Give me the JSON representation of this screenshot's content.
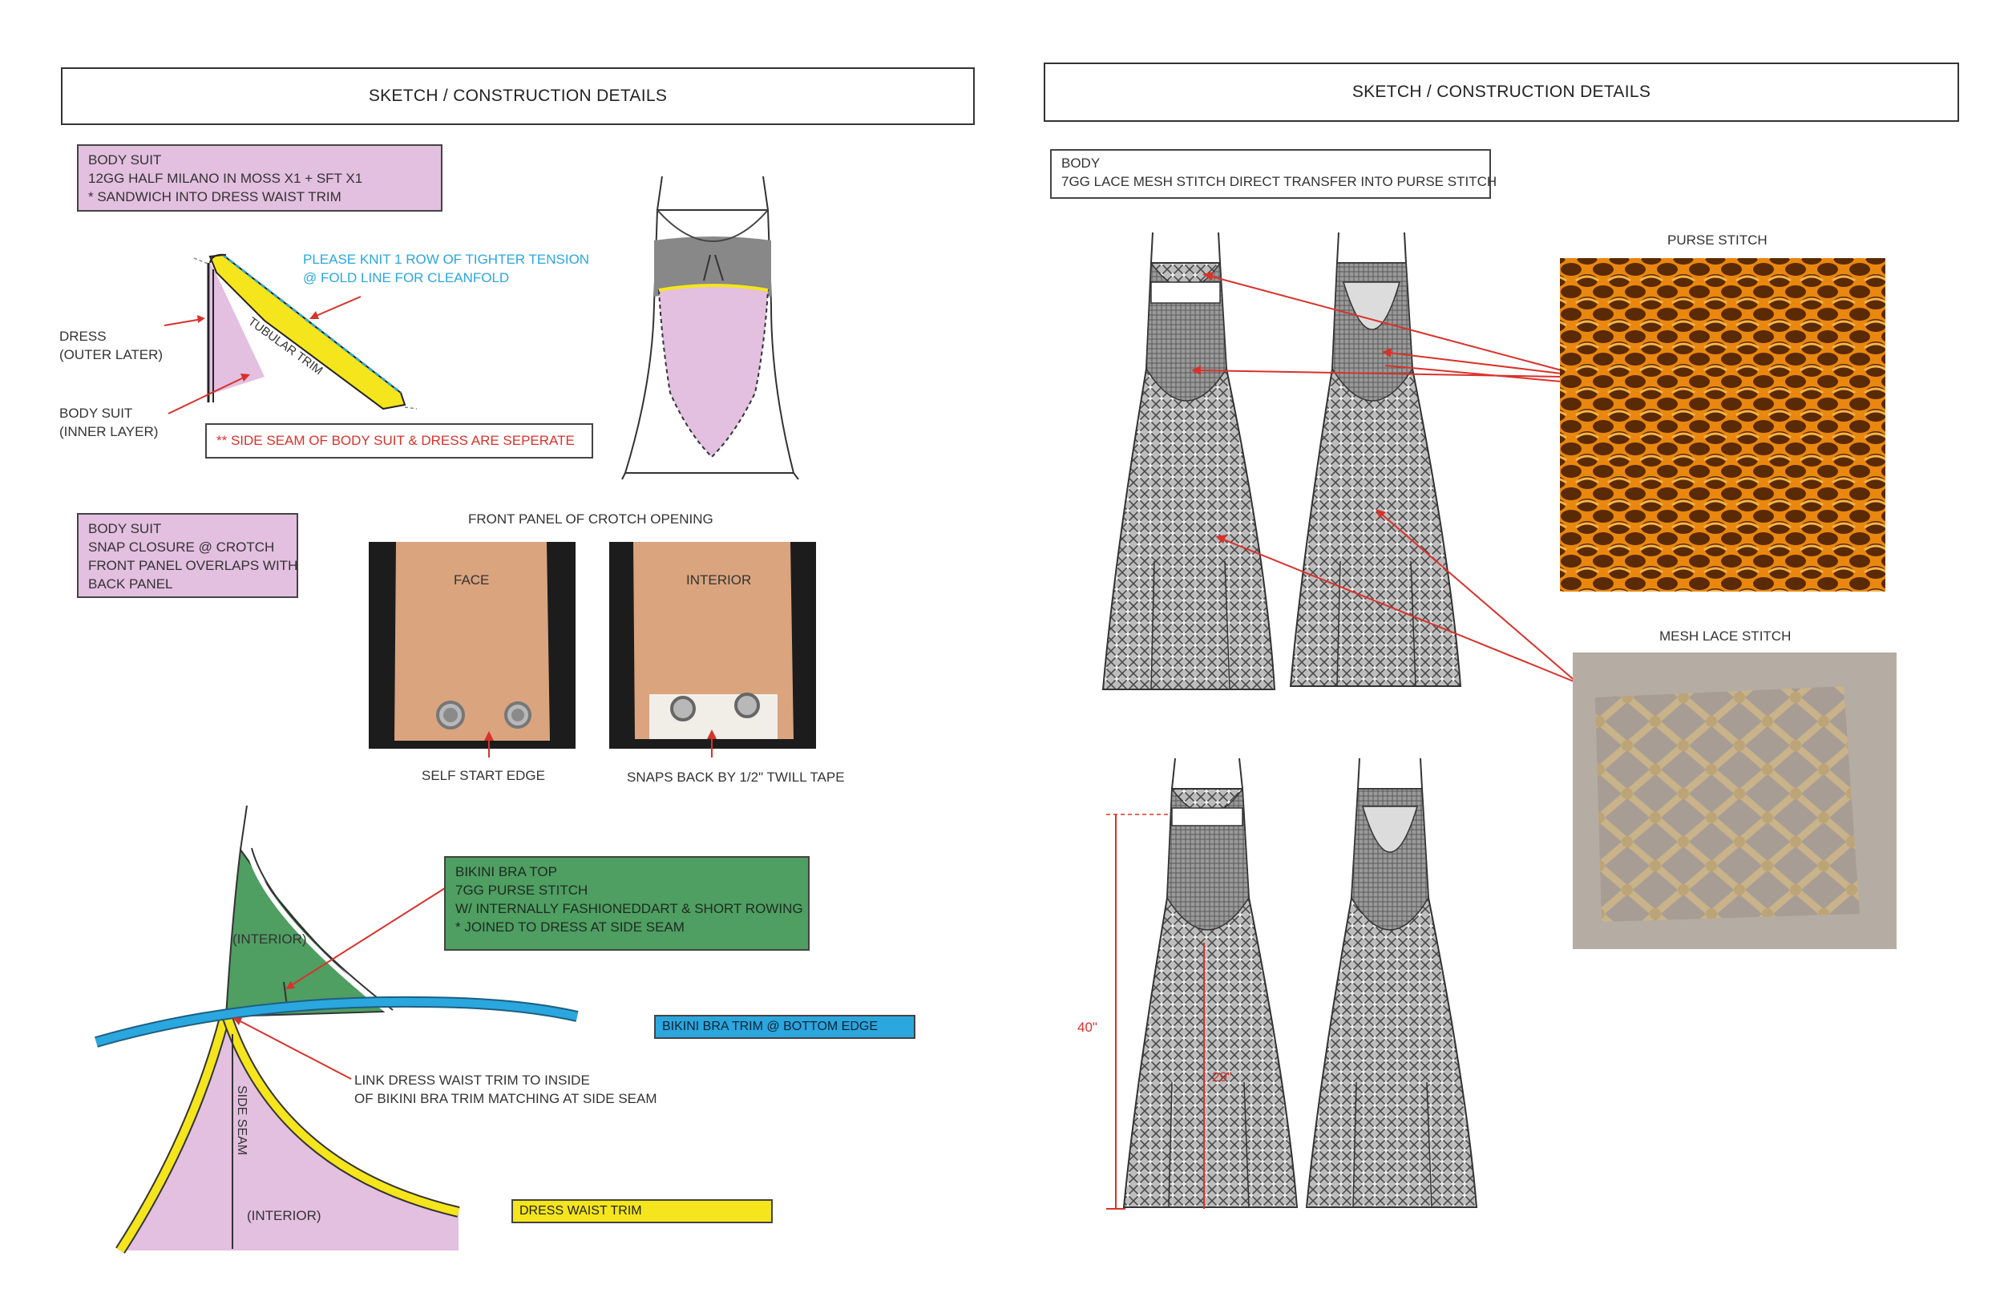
{
  "left_page": {
    "title": "SKETCH / CONSTRUCTION DETAILS",
    "bodysuit_note": [
      "BODY SUIT",
      "12GG HALF MILANO IN MOSS X1 + SFT X1",
      "* SANDWICH INTO DRESS WAIST TRIM"
    ],
    "tension_note": [
      "PLEASE KNIT 1 ROW OF TIGHTER TENSION",
      "@ FOLD LINE FOR CLEANFOLD"
    ],
    "tubular_trim_label": "TUBULAR TRIM",
    "dress_label": [
      "DRESS",
      "(OUTER LATER)"
    ],
    "bodysuit_layer_label": [
      "BODY SUIT",
      "(INNER LAYER)"
    ],
    "side_seam_note": "** SIDE SEAM OF BODY SUIT & DRESS ARE SEPERATE",
    "snap_note": [
      "BODY SUIT",
      "SNAP CLOSURE @ CROTCH",
      "FRONT PANEL OVERLAPS WITH",
      "BACK PANEL"
    ],
    "crotch_title": "FRONT PANEL OF CROTCH OPENING",
    "face_label": "FACE",
    "interior_label": "INTERIOR",
    "self_start_label": "SELF START EDGE",
    "snaps_label": "SNAPS BACK BY 1/2\" TWILL TAPE",
    "bikini_note": [
      "BIKINI BRA TOP",
      "7GG PURSE STITCH",
      "W/ INTERNALLY FASHIONEDDART & SHORT ROWING",
      "* JOINED TO DRESS AT SIDE SEAM"
    ],
    "interior_top_label": "(INTERIOR)",
    "bikini_trim_label": "BIKINI BRA TRIM @ BOTTOM EDGE",
    "link_note": [
      "LINK DRESS WAIST TRIM TO INSIDE",
      "OF BIKINI BRA TRIM MATCHING AT SIDE SEAM"
    ],
    "side_seam_label": "SIDE SEAM",
    "interior_bottom_label": "(INTERIOR)",
    "waist_trim_label": "DRESS WAIST TRIM"
  },
  "right_page": {
    "title": "SKETCH / CONSTRUCTION DETAILS",
    "body_note": [
      "BODY",
      "7GG LACE MESH STITCH  DIRECT TRANSFER  INTO  PURSE STITCH"
    ],
    "purse_stitch_label": "PURSE STITCH",
    "mesh_lace_label": "MESH LACE STITCH",
    "length_total": "40\"",
    "length_skirt": "29\""
  },
  "colors": {
    "pink": "#e3bfe0",
    "green": "#4f9e62",
    "yellow": "#f5e51c",
    "blue": "#2aa7df",
    "red": "#d8322b",
    "orange_knit": "#f29a22",
    "skin": "#d9a47e"
  }
}
